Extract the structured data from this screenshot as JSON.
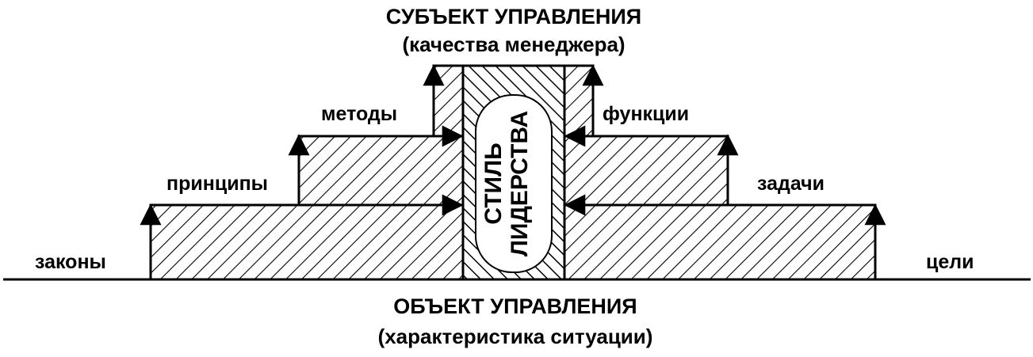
{
  "top_title": "СУБЪЕКТ УПРАВЛЕНИЯ",
  "top_subtitle": "(качества менеджера)",
  "bottom_title": "ОБЪЕКТ УПРАВЛЕНИЯ",
  "bottom_subtitle": "(характеристика ситуации)",
  "left_steps": [
    "законы",
    "принципы",
    "методы"
  ],
  "right_steps": [
    "цели",
    "задачи",
    "функции"
  ],
  "center": [
    "СТИЛЬ",
    "ЛИДЕРСТВА"
  ],
  "colors": {
    "ink": "#000000",
    "background": "#ffffff"
  }
}
